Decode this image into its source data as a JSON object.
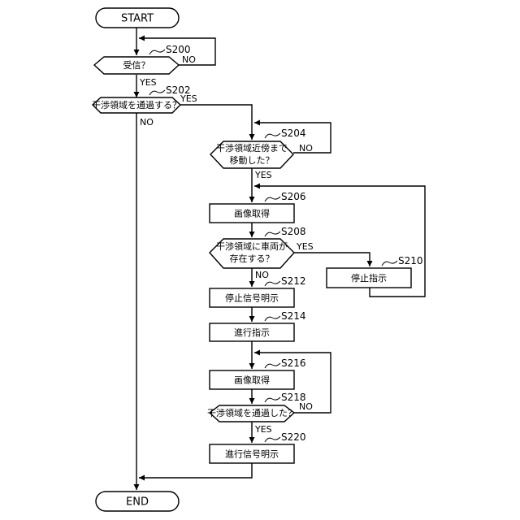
{
  "terminals": {
    "start": "START",
    "end": "END"
  },
  "steps": {
    "s200": "S200",
    "s202": "S202",
    "s204": "S204",
    "s206": "S206",
    "s208": "S208",
    "s210": "S210",
    "s212": "S212",
    "s214": "S214",
    "s216": "S216",
    "s218": "S218",
    "s220": "S220"
  },
  "decisions": {
    "s200": "受信？",
    "s202": "干渉領域を通過する？",
    "s204_line1": "干渉領域近傍まで",
    "s204_line2": "移動した？",
    "s208_line1": "干渉領域に車両が",
    "s208_line2": "存在する？",
    "s218": "干渉領域を通過した？"
  },
  "processes": {
    "s206": "画像取得",
    "s210": "停止指示",
    "s212": "停止信号明示",
    "s214": "進行指示",
    "s216": "画像取得",
    "s220": "進行信号明示"
  },
  "branches": {
    "s200_no": "NO",
    "s200_yes": "YES",
    "s202_yes": "YES",
    "s202_no": "NO",
    "s204_no": "NO",
    "s204_yes": "YES",
    "s208_yes": "YES",
    "s208_no": "NO",
    "s218_no": "NO",
    "s218_yes": "YES"
  }
}
